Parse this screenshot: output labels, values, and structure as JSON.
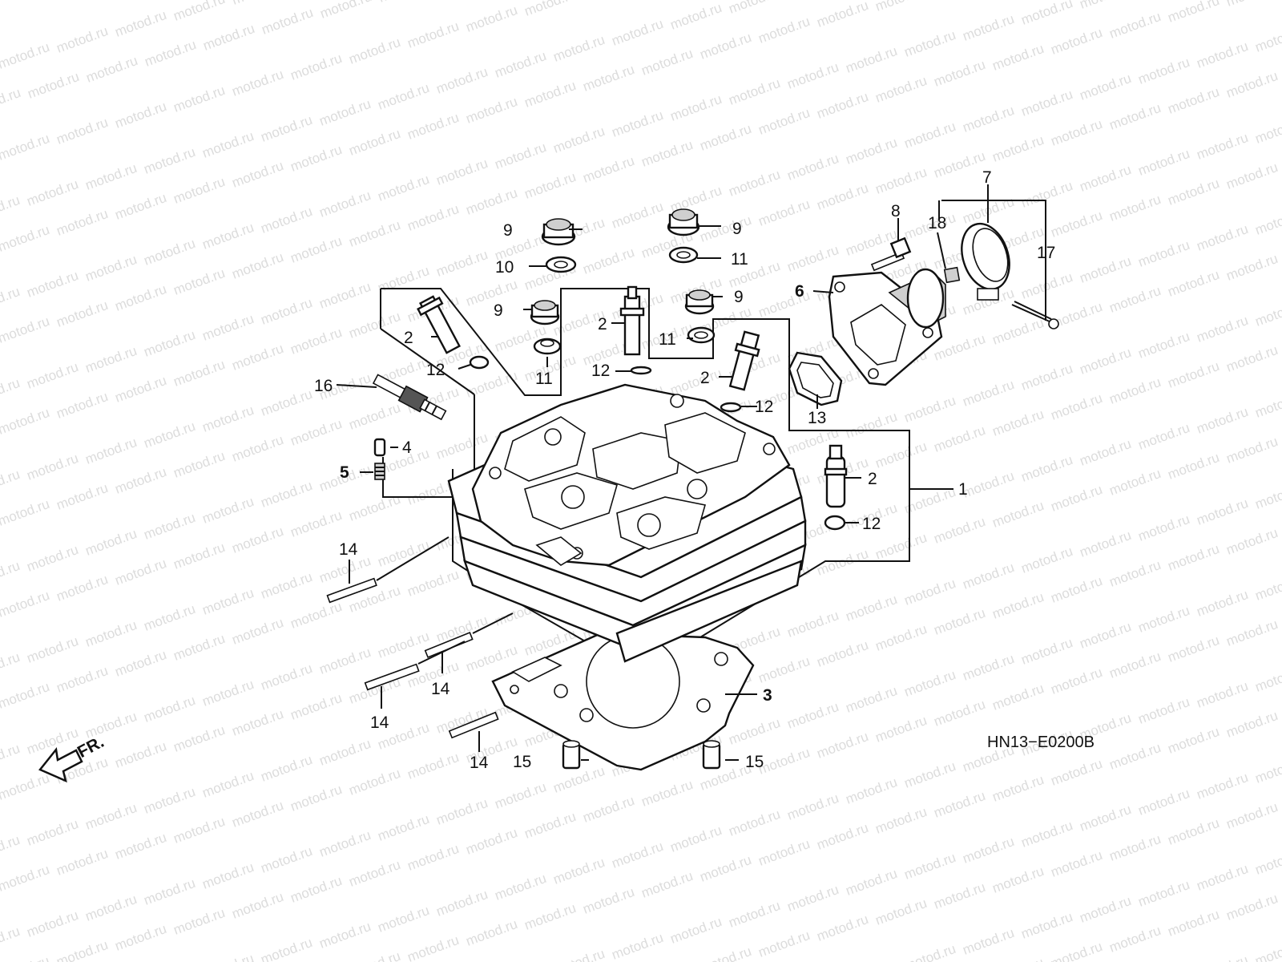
{
  "watermark": {
    "text": "motod.ru"
  },
  "diagram": {
    "code": "HN13−E0200B",
    "front_marker": "FR.",
    "callouts": {
      "c1": "1",
      "c2a": "2",
      "c2b": "2",
      "c2c": "2",
      "c2d": "2",
      "c3": "3",
      "c4": "4",
      "c5": "5",
      "c6": "6",
      "c7": "7",
      "c8": "8",
      "c9a": "9",
      "c9b": "9",
      "c9c": "9",
      "c9d": "9",
      "c10": "10",
      "c11a": "11",
      "c11b": "11",
      "c11c": "11",
      "c12a": "12",
      "c12b": "12",
      "c12c": "12",
      "c12d": "12",
      "c13": "13",
      "c14a": "14",
      "c14b": "14",
      "c14c": "14",
      "c14d": "14",
      "c15a": "15",
      "c15b": "15",
      "c16": "16",
      "c17": "17",
      "c18": "18"
    }
  }
}
